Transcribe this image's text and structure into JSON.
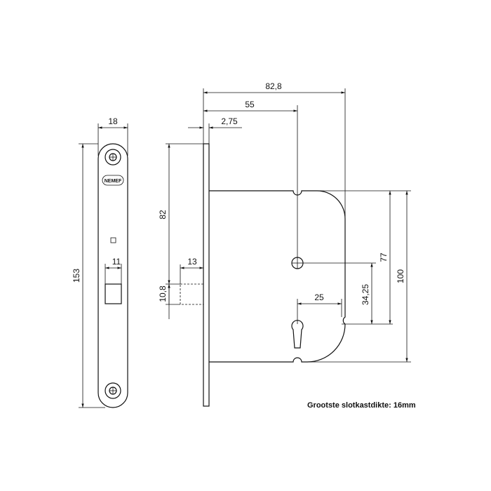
{
  "front_plate": {
    "brand": "NEMEF",
    "width_label": "18",
    "height_label": "153",
    "latch_width_label": "11"
  },
  "side_view": {
    "overall_depth_label": "82,8",
    "backset_label": "55",
    "plate_thickness_label": "2,75",
    "latch_height_label": "82",
    "latch_projection_label": "13",
    "latch_size_label": "10,8",
    "keyhole_offset_label": "25",
    "centre_distance_label": "34,25",
    "case_height_inner_label": "77",
    "case_height_label": "100"
  },
  "note": "Grootste slotkastdikte: 16mm"
}
